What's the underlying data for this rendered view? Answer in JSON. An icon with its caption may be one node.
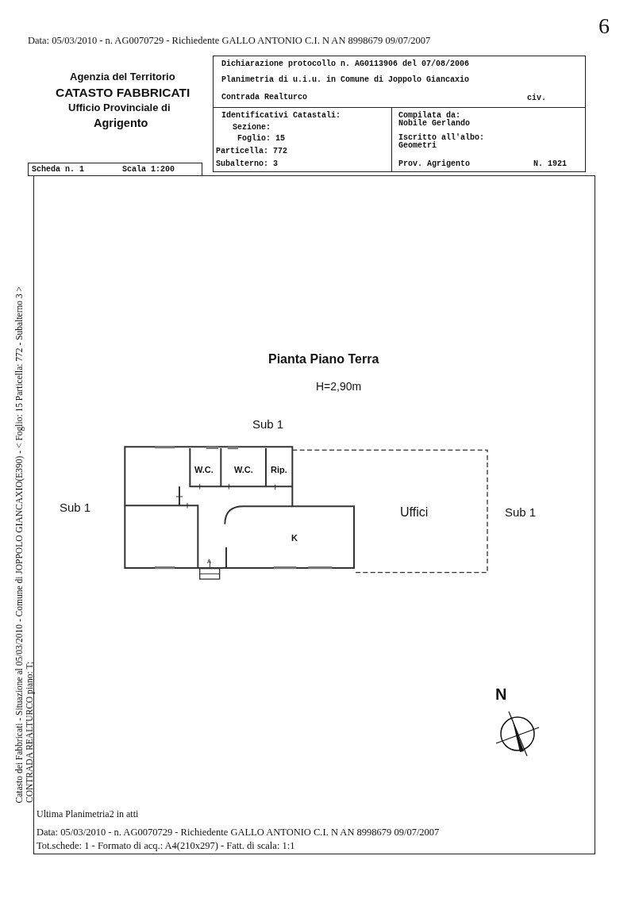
{
  "diagram": {
    "nodes": [
      {
        "text": [
          "Dichiarazione protocollo n. AG0113906 del 07/08/2006",
          "Planimetria di u.i.u. in Comune di Joppolo Giancaxio",
          "Contrada Realturco",
          "civ."
        ]
      },
      {
        "text": [
          "Identificativi Catastali:",
          "Sezione:",
          "Foglio: 15",
          "Particella: 772",
          "Subalterno: 3"
        ]
      },
      {
        "text": [
          "Compilata da:",
          "Nobile Gerlando",
          "Iscritto all'albo:",
          "Geometri",
          "Prov. Agrigento",
          "N. 1921"
        ]
      },
      {
        "text": [
          "Scheda n. 1",
          "Scala 1:200"
        ]
      },
      {
        "text": [
          "W.C."
        ]
      },
      {
        "text": [
          "W.C."
        ]
      },
      {
        "text": [
          "Rip."
        ]
      },
      {
        "text": [
          "K"
        ]
      },
      {
        "text": [
          "Uffici"
        ]
      }
    ],
    "labels": [
      "Data: 05/03/2010 - n. AG0070729 - Richiedente GALLO ANTONIO C.I. N AN 8998679 09/07/2007",
      "6",
      "Agenzia del Territorio",
      "CATASTO FABBRICATI",
      "Ufficio Provinciale di",
      "Agrigento",
      "Pianta Piano Terra",
      "H=2,90m",
      "Sub 1",
      "Sub 1",
      "Sub 1",
      "A",
      "N",
      "Catasto dei Fabbricati - Situazione al 05/03/2010 - Comune di JOPPOLO GIANCAXIO(E390) - < Foglio: 15 Particella: 772 - Subalterno 3 >",
      "CONTRADA REALTURCO piano: T;",
      "Ultima Planimetria2 in atti",
      "Data: 05/03/2010 - n. AG0070729 - Richiedente GALLO ANTONIO C.I. N AN 8998679 09/07/2007",
      "Tot.schede: 1 - Formato di acq.: A4(210x297) - Fatt. di scala: 1:1"
    ]
  }
}
